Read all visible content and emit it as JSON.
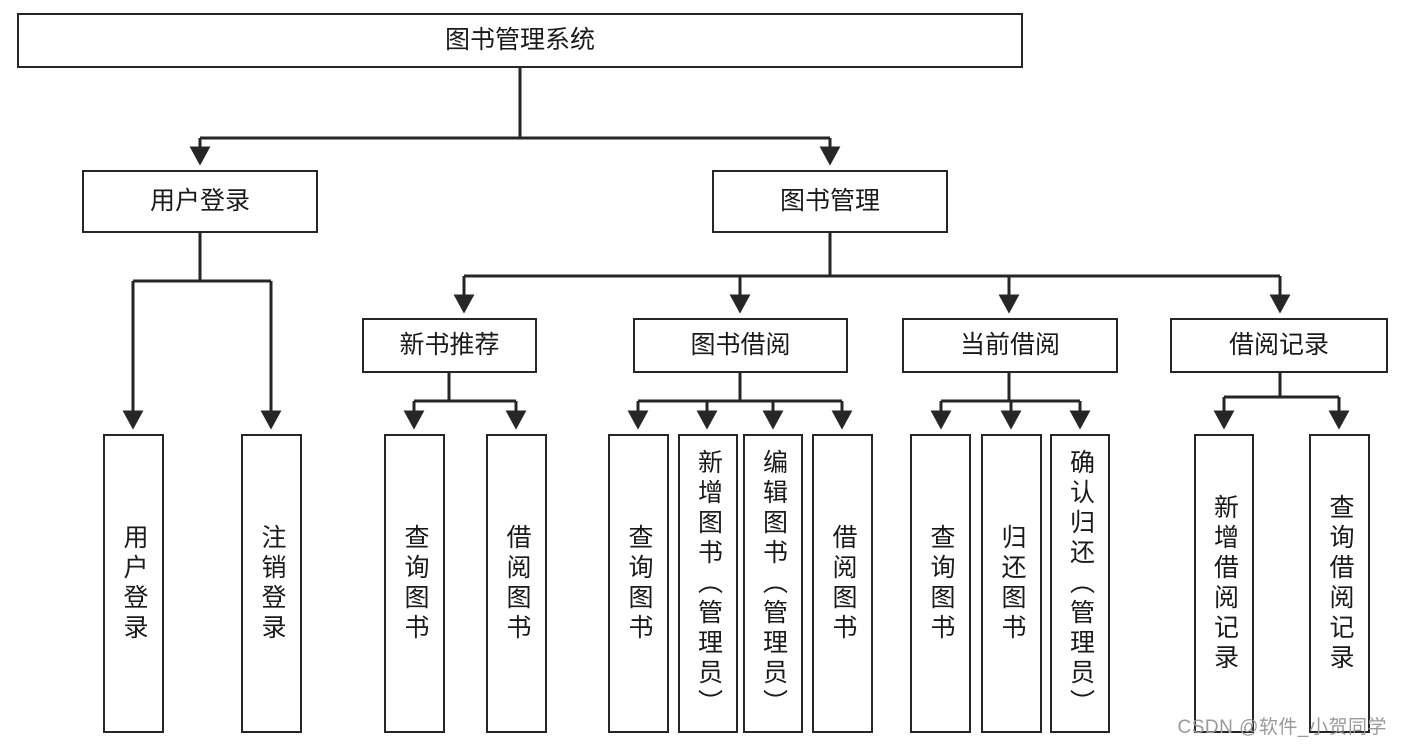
{
  "diagram": {
    "title": "图书管理系统",
    "type": "tree-hierarchy-diagram",
    "colors": {
      "box_border": "#262626",
      "box_fill": "#ffffff",
      "connector": "#262626",
      "text": "#1a1a1a",
      "watermark": "#9a9a9a"
    },
    "nodes": {
      "root": {
        "label": "图书管理系统",
        "level": 1
      },
      "user_login": {
        "label": "用户登录",
        "level": 2
      },
      "book_manage": {
        "label": "图书管理",
        "level": 2
      },
      "new_book_recommend": {
        "label": "新书推荐",
        "level": 3
      },
      "book_borrow": {
        "label": "图书借阅",
        "level": 3
      },
      "current_borrow": {
        "label": "当前借阅",
        "level": 3
      },
      "borrow_record": {
        "label": "借阅记录",
        "level": 3
      },
      "leaf_user_login": {
        "label": "用户登录",
        "level": 3
      },
      "leaf_logout": {
        "label": "注销登录",
        "level": 3
      },
      "leaf_query_book_1": {
        "label": "查询图书",
        "level": 4
      },
      "leaf_borrow_book_1": {
        "label": "借阅图书",
        "level": 4
      },
      "leaf_query_book_2": {
        "label": "查询图书",
        "level": 4
      },
      "leaf_add_book": {
        "label": "新增图书（管理员）",
        "level": 4
      },
      "leaf_edit_book": {
        "label": "编辑图书（管理员）",
        "level": 4
      },
      "leaf_borrow_book_2": {
        "label": "借阅图书",
        "level": 4
      },
      "leaf_query_book_3": {
        "label": "查询图书",
        "level": 4
      },
      "leaf_return_book": {
        "label": "归还图书",
        "level": 4
      },
      "leaf_confirm_return": {
        "label": "确认归还（管理员）",
        "level": 4
      },
      "leaf_add_record": {
        "label": "新增借阅记录",
        "level": 4
      },
      "leaf_query_record": {
        "label": "查询借阅记录",
        "level": 4
      }
    },
    "watermark": "CSDN @软件_小贺同学"
  }
}
